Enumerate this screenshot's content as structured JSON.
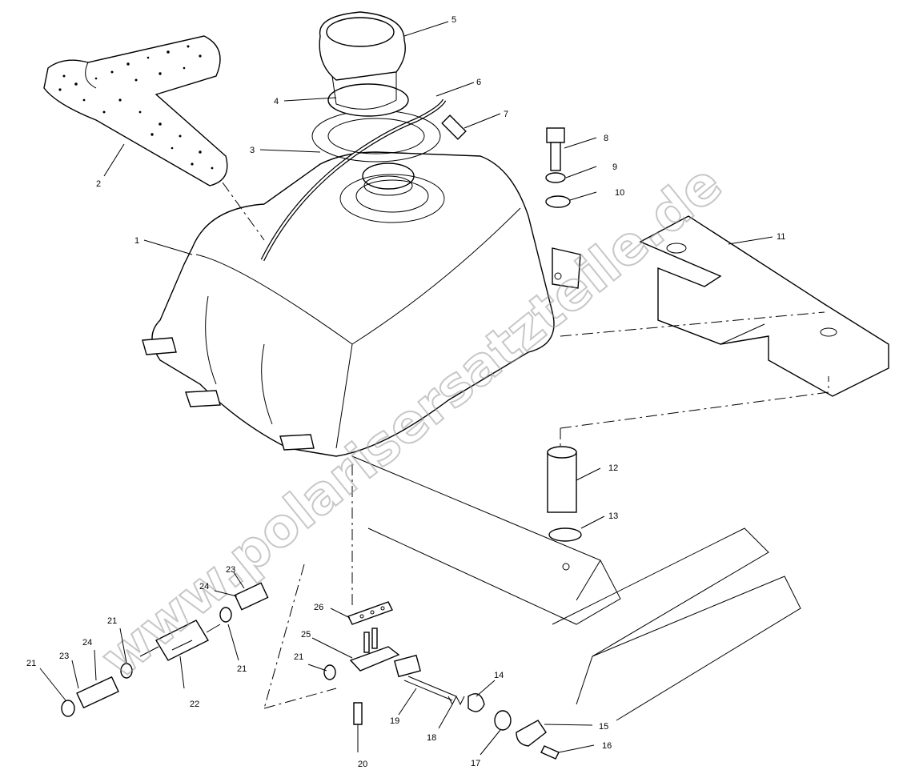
{
  "watermark": "www.polarisersatzteile.de",
  "callouts": [
    {
      "num": "1"
    },
    {
      "num": "2"
    },
    {
      "num": "3"
    },
    {
      "num": "4"
    },
    {
      "num": "5"
    },
    {
      "num": "6"
    },
    {
      "num": "7"
    },
    {
      "num": "8"
    },
    {
      "num": "9"
    },
    {
      "num": "10"
    },
    {
      "num": "11"
    },
    {
      "num": "12"
    },
    {
      "num": "13"
    },
    {
      "num": "14"
    },
    {
      "num": "15"
    },
    {
      "num": "16"
    },
    {
      "num": "17"
    },
    {
      "num": "18"
    },
    {
      "num": "19"
    },
    {
      "num": "20"
    },
    {
      "num": "21"
    },
    {
      "num": "21"
    },
    {
      "num": "21"
    },
    {
      "num": "21"
    },
    {
      "num": "22"
    },
    {
      "num": "23"
    },
    {
      "num": "23"
    },
    {
      "num": "24"
    },
    {
      "num": "24"
    },
    {
      "num": "25"
    },
    {
      "num": "26"
    }
  ]
}
